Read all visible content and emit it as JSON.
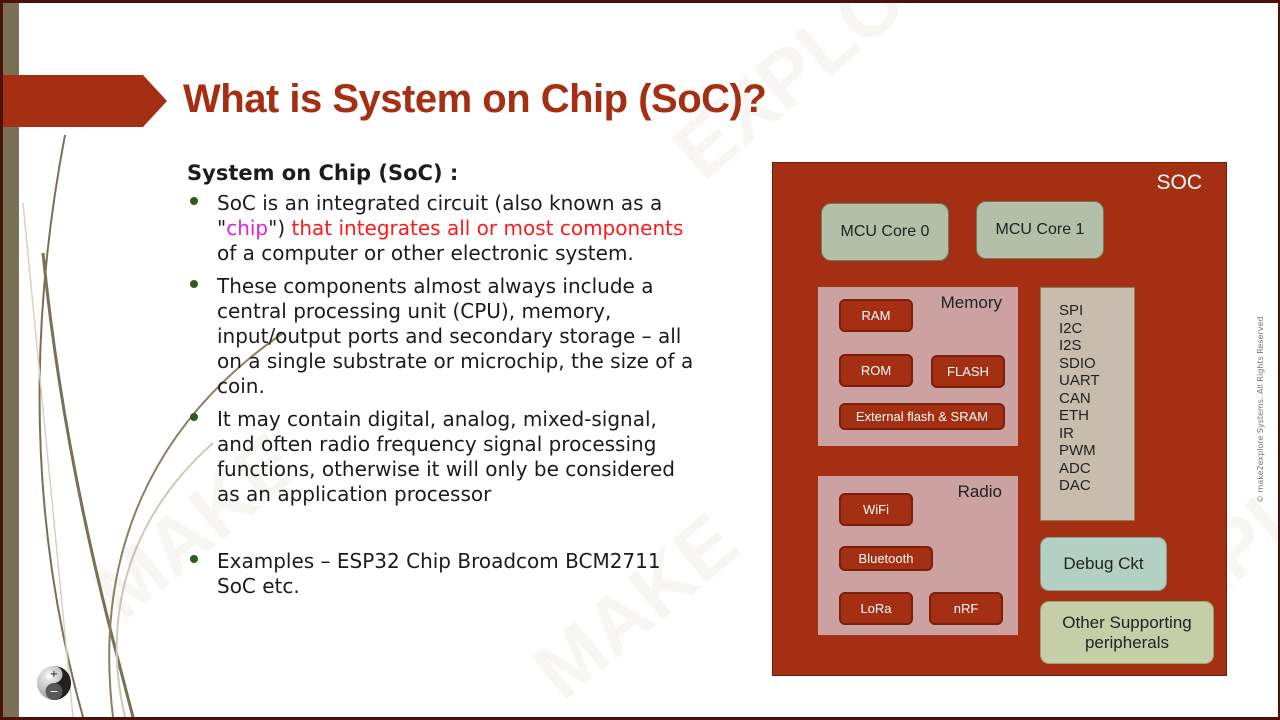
{
  "slide": {
    "title": "What is System on Chip (SoC)?",
    "copyright": "© make2explore Systems. All Rights Reserved",
    "colors": {
      "accent": "#a52f12",
      "sidebar": "#7a7054",
      "bullet": "#2e5a1c",
      "highlight_pink": "#e020e0",
      "highlight_red": "#ff1a1a"
    }
  },
  "content": {
    "subheading": "System on Chip (SoC) :",
    "bullets": [
      {
        "part1": "SoC is an integrated circuit (also known as a \"",
        "highlight_chip": "chip",
        "part2": "\") ",
        "highlight_red": "that integrates all or most components",
        "part3": " of a computer or other electronic system."
      },
      {
        "text": "These components almost always include a central processing unit (CPU), memory, input/output ports and secondary storage – all on a single substrate or microchip, the size of a coin."
      },
      {
        "text": "It may contain digital, analog, mixed-signal, and often radio frequency signal processing functions, otherwise it will only be considered as an application processor"
      },
      {
        "text": "Examples – ESP32 Chip Broadcom BCM2711 SoC etc."
      }
    ]
  },
  "diagram": {
    "label": "SOC",
    "cores": [
      "MCU Core 0",
      "MCU Core 1"
    ],
    "memory": {
      "title": "Memory",
      "items": [
        "RAM",
        "ROM",
        "FLASH",
        "External flash & SRAM"
      ]
    },
    "radio": {
      "title": "Radio",
      "items": [
        "WiFi",
        "Bluetooth",
        "LoRa",
        "nRF"
      ]
    },
    "peripherals": [
      "SPI",
      "I2C",
      "I2S",
      "SDIO",
      "UART",
      "CAN",
      "ETH",
      "IR",
      "PWM",
      "ADC",
      "DAC"
    ],
    "debug": "Debug Ckt",
    "other": "Other Supporting peripherals"
  },
  "controls": {
    "zoom_icon": "zoom-plus-minus-icon"
  }
}
